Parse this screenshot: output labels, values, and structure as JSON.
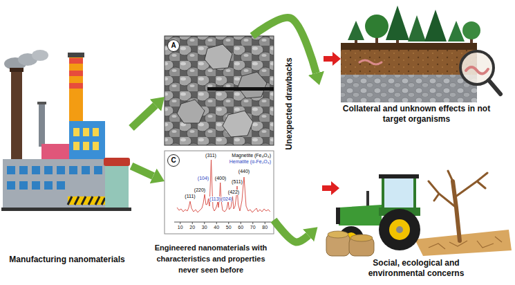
{
  "diagram": {
    "nodes": [
      {
        "text": [
          "Manufacturing nanomaterials"
        ]
      },
      {
        "text": [
          "A"
        ]
      },
      {
        "text": [
          "C"
        ]
      },
      {
        "text": [
          "Collateral and unknown effects in not target organisms"
        ]
      },
      {
        "text": [
          "Social, ecological and environmental concerns"
        ]
      }
    ],
    "edges": [
      {
        "from": 0,
        "to": 1,
        "arrow": "to"
      },
      {
        "from": 0,
        "to": 2,
        "arrow": "to"
      },
      {
        "from": 1,
        "to": 3,
        "arrow": "to"
      },
      {
        "from": 2,
        "to": 4,
        "arrow": "to"
      }
    ],
    "labels": [
      "Engineered nanomaterials with characteristics and properties never seen before",
      "Unexpected drawbacks",
      "Magnetite (Fe₃O₄)",
      "Hematite (α-Fe₂O₃)",
      "(111)",
      "(220)",
      "(104)",
      "(311)",
      "(113)",
      "(400)",
      "(024)",
      "(422)",
      "(511)",
      "(440)",
      "10",
      "20",
      "30",
      "40",
      "50",
      "60",
      "70",
      "80"
    ]
  }
}
